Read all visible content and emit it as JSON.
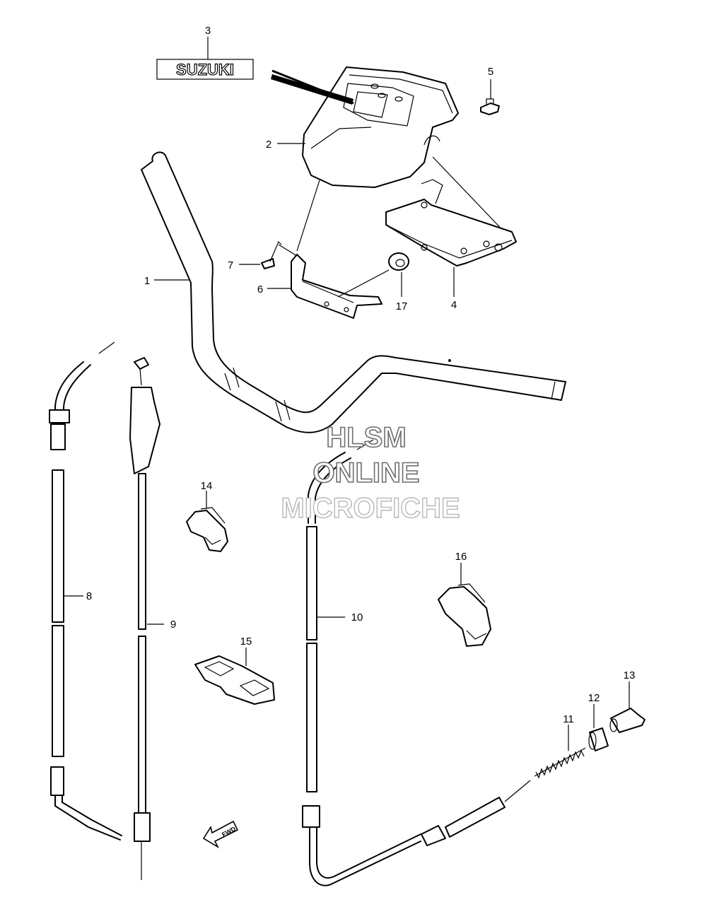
{
  "callouts": {
    "c1": "1",
    "c2": "2",
    "c3": "3",
    "c4": "4",
    "c5": "5",
    "c6": "6",
    "c7": "7",
    "c8": "8",
    "c9": "9",
    "c10": "10",
    "c11": "11",
    "c12": "12",
    "c13": "13",
    "c14": "14",
    "c15": "15",
    "c16": "16",
    "c17": "17"
  },
  "emblem_text": "SUZUKI",
  "fwd_label": "FWD",
  "watermark": {
    "line1": "HLSM",
    "line2": "ONLINE",
    "line3": "MICROFICHE"
  }
}
